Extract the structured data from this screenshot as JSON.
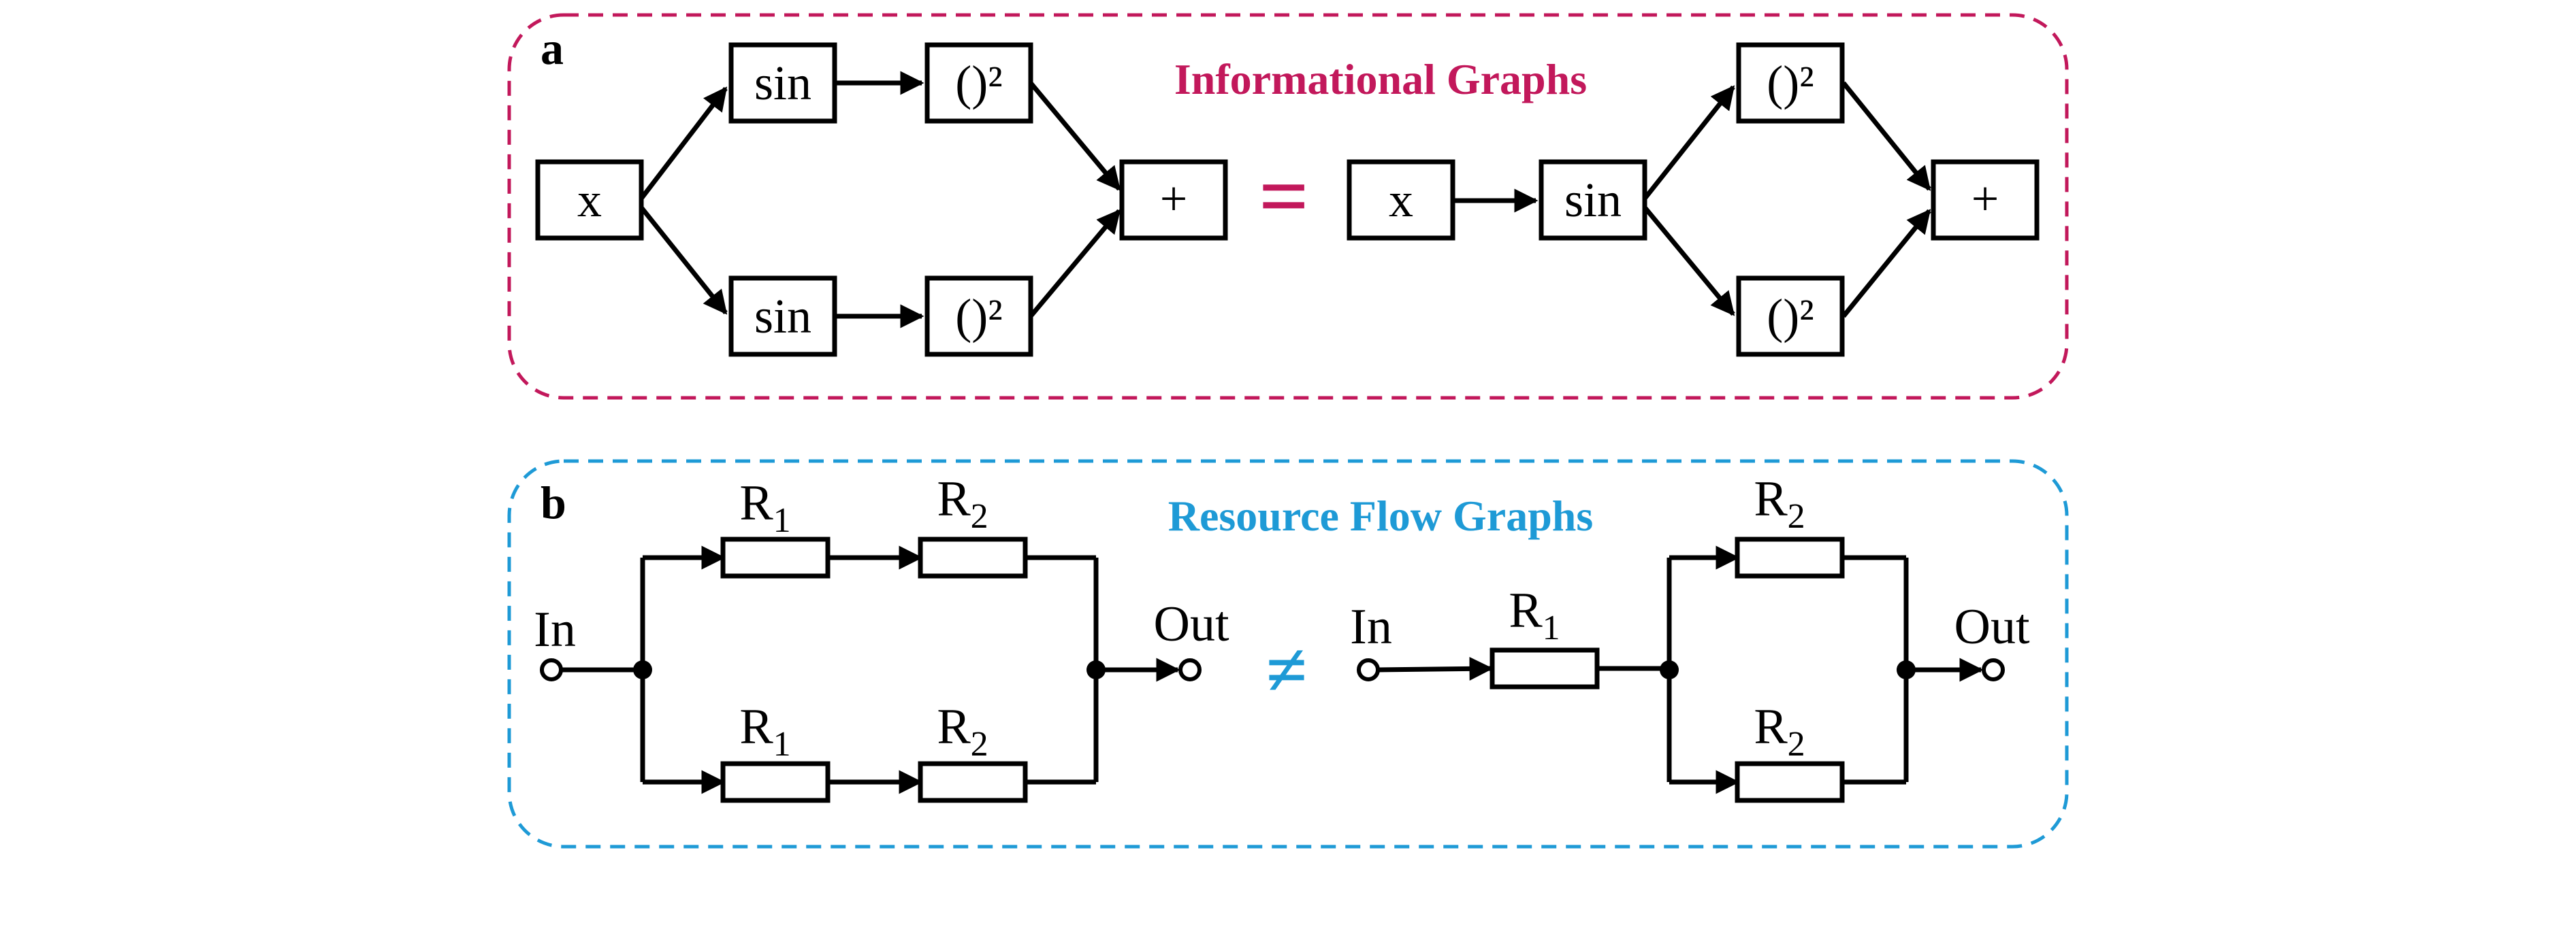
{
  "colors": {
    "panel_a_accent": "#C2185B",
    "panel_b_accent": "#1E9AD6",
    "stroke": "#000000"
  },
  "panel_a": {
    "letter": "a",
    "title": "Informational Graphs",
    "relation": "=",
    "left": {
      "input": "x",
      "sin_top": "sin",
      "sin_bottom": "sin",
      "sq_top": "()²",
      "sq_bottom": "()²",
      "sum": "+"
    },
    "right": {
      "input": "x",
      "sin": "sin",
      "sq_top": "()²",
      "sq_bottom": "()²",
      "sum": "+"
    }
  },
  "panel_b": {
    "letter": "b",
    "title": "Resource Flow Graphs",
    "relation": "≠",
    "left": {
      "in_label": "In",
      "out_label": "Out",
      "r1_top": {
        "main": "R",
        "sub": "1"
      },
      "r2_top": {
        "main": "R",
        "sub": "2"
      },
      "r1_bottom": {
        "main": "R",
        "sub": "1"
      },
      "r2_bottom": {
        "main": "R",
        "sub": "2"
      }
    },
    "right": {
      "in_label": "In",
      "out_label": "Out",
      "r1": {
        "main": "R",
        "sub": "1"
      },
      "r2_top": {
        "main": "R",
        "sub": "2"
      },
      "r2_bottom": {
        "main": "R",
        "sub": "2"
      }
    }
  }
}
